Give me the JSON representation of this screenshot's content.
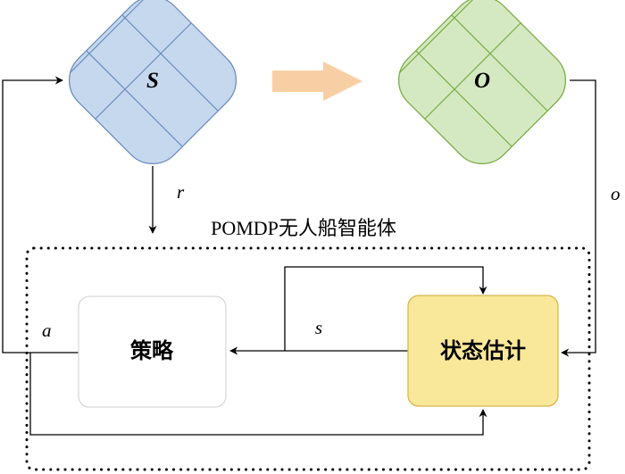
{
  "diagram": {
    "state_node": {
      "label": "S",
      "fill": "#c6d8ee",
      "stroke": "#6c8ebf"
    },
    "observation_node": {
      "label": "O",
      "fill": "#d4e9c2",
      "stroke": "#7aad45"
    },
    "transition_arrow_color": "#f8cfa4",
    "edge_labels": {
      "reward": "r",
      "observation": "o",
      "action": "a",
      "state": "s"
    },
    "agent": {
      "title": "POMDP无人船智能体",
      "policy_label": "策略",
      "estimator_label": "状态估计",
      "estimator_fill": "#fae89a",
      "estimator_stroke": "#d7b64a"
    }
  }
}
